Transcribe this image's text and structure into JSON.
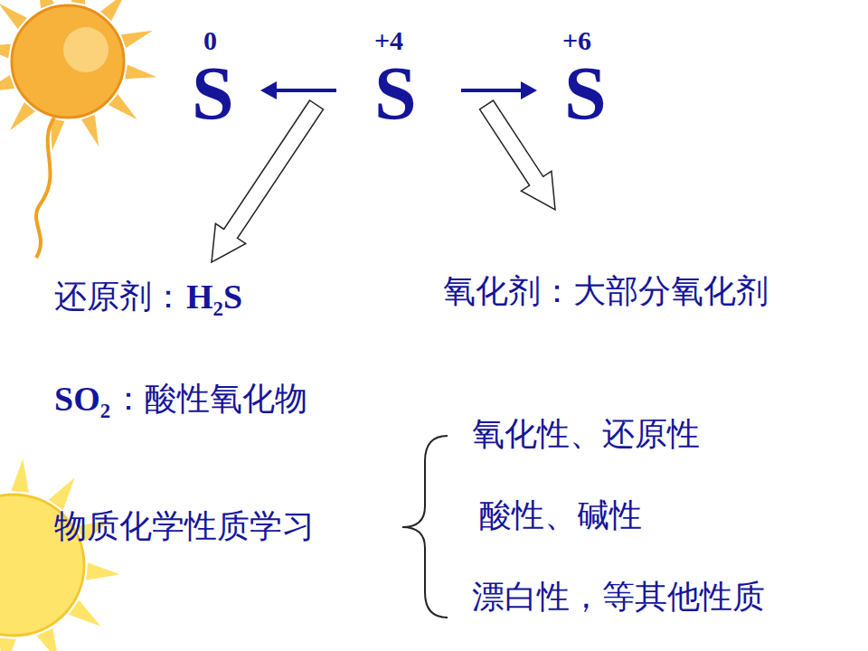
{
  "diagram": {
    "labels": [
      "0",
      "S",
      "+4",
      "S",
      "+6",
      "S",
      "还原剂：",
      "H₂S",
      "氧化剂：大部分氧化剂",
      "SO₂",
      "：酸性氧化物",
      "氧化性、还原性",
      "酸性、碱性",
      "物质化学性质学习",
      "漂白性，等其他性质"
    ]
  }
}
